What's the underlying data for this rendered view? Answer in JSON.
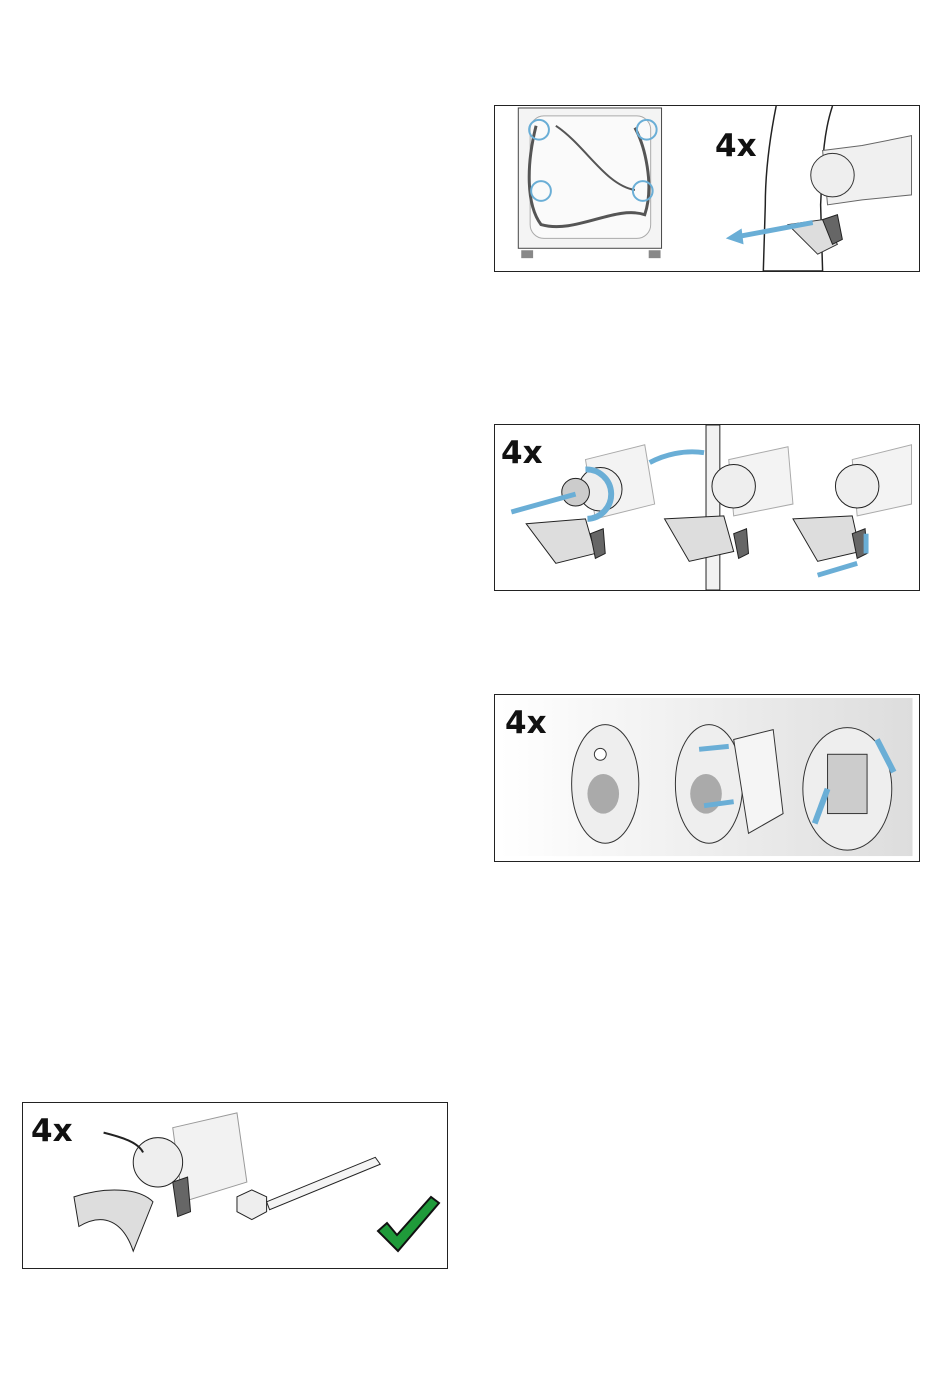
{
  "figures": [
    {
      "id": "remove-bolts",
      "count_label": "4x"
    },
    {
      "id": "unscrew-bolts",
      "count_label": "4x"
    },
    {
      "id": "insert-covers",
      "count_label": "4x"
    },
    {
      "id": "store-bolts",
      "count_label": "4x"
    }
  ],
  "colors": {
    "arrow": "#6aaed6",
    "check": "#1f9a3a",
    "line": "#222222"
  }
}
